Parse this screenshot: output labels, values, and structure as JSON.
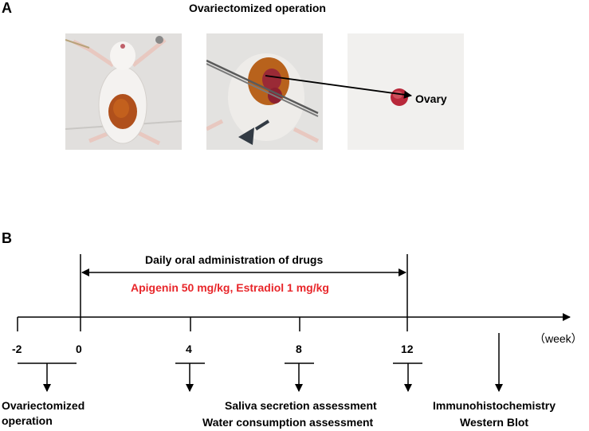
{
  "panel_a": {
    "letter": "A",
    "title": "Ovariectomized operation",
    "photos": [
      {
        "icon": "mouse-supine-photo"
      },
      {
        "icon": "mouse-surgery-forceps-photo"
      },
      {
        "icon": "excised-ovary-photo"
      }
    ],
    "ovary_label": "Ovary"
  },
  "panel_b": {
    "letter": "B",
    "treatment_label": "Daily oral administration of drugs",
    "drugs_label": "Apigenin 50 mg/kg, Estradiol 1 mg/kg",
    "drugs_color": "#e8262a",
    "unit_label": "（week）",
    "ticks": [
      "-2",
      "0",
      "4",
      "8",
      "12"
    ],
    "events": {
      "ovx_line1": "Ovariectomized",
      "ovx_line2": "operation",
      "assess_line1": "Saliva secretion assessment",
      "assess_line2": "Water consumption assessment",
      "final_line1": "Immunohistochemistry",
      "final_line2": "Western Blot"
    }
  }
}
